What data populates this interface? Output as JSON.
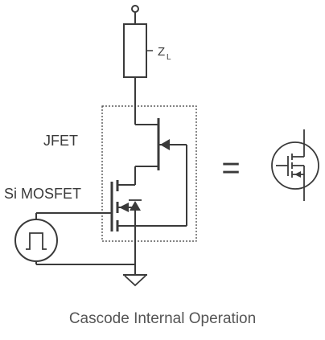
{
  "labels": {
    "load": "Z",
    "load_subscript": "L",
    "jfet": "JFET",
    "mosfet": "Si MOSFET",
    "equals": "="
  },
  "caption": "Cascode Internal Operation",
  "colors": {
    "wire": "#3a3a3a",
    "text": "#3a3a3a",
    "caption": "#555555",
    "background": "#ffffff"
  }
}
